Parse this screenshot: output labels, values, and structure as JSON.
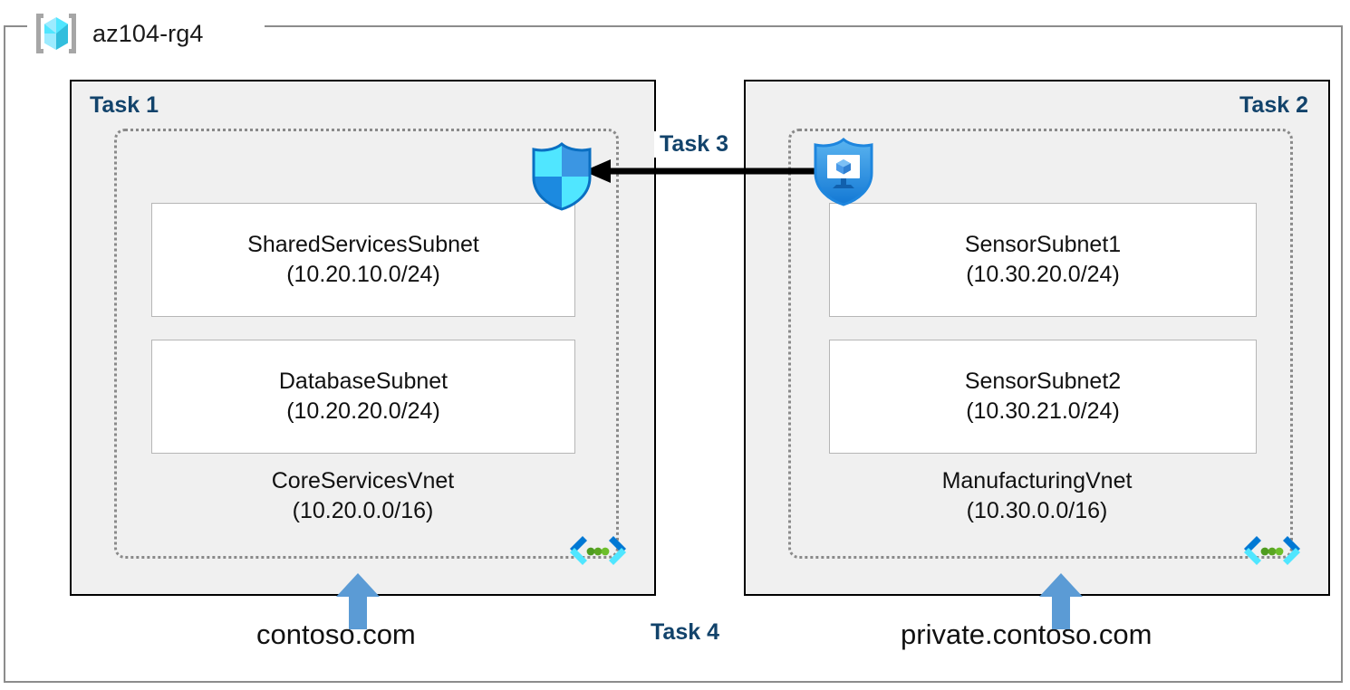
{
  "resource_group": {
    "name": "az104-rg4",
    "icon": "resource-group-cube-icon"
  },
  "panels": [
    {
      "task_label": "Task 1",
      "vnet": {
        "name": "CoreServicesVnet",
        "cidr": "(10.20.0.0/16)",
        "icon": "virtual-network-icon"
      },
      "subnets": [
        {
          "name": "SharedServicesSubnet",
          "cidr": "(10.20.10.0/24)"
        },
        {
          "name": "DatabaseSubnet",
          "cidr": "(10.20.20.0/24)"
        }
      ],
      "dns_zone": "contoso.com"
    },
    {
      "task_label": "Task 2",
      "vnet": {
        "name": "ManufacturingVnet",
        "cidr": "(10.30.0.0/16)",
        "icon": "virtual-network-icon"
      },
      "subnets": [
        {
          "name": "SensorSubnet1",
          "cidr": "(10.30.20.0/24)"
        },
        {
          "name": "SensorSubnet2",
          "cidr": "(10.30.21.0/24)"
        }
      ],
      "dns_zone": "private.contoso.com"
    }
  ],
  "connection": {
    "task_label": "Task 3",
    "source_icon": "private-link-shield-icon",
    "target_icon": "network-security-group-shield-icon",
    "direction": "right-to-left",
    "arrow_color": "#000000"
  },
  "dns_task": {
    "task_label": "Task 4",
    "arrow_color": "#5b9bd5"
  },
  "colors": {
    "task_label": "#12436b",
    "panel_fill": "#f0f0f0",
    "panel_border": "#000000",
    "vnet_border": "#8a8a8a",
    "subnet_border": "#b6b6b6",
    "frame_border": "#8c8c8c",
    "dns_arrow": "#5b9bd5",
    "shield_cyan": "#50e6ff",
    "shield_blue": "#0078d4",
    "vnet_glyph_green": "#4f9c20"
  }
}
